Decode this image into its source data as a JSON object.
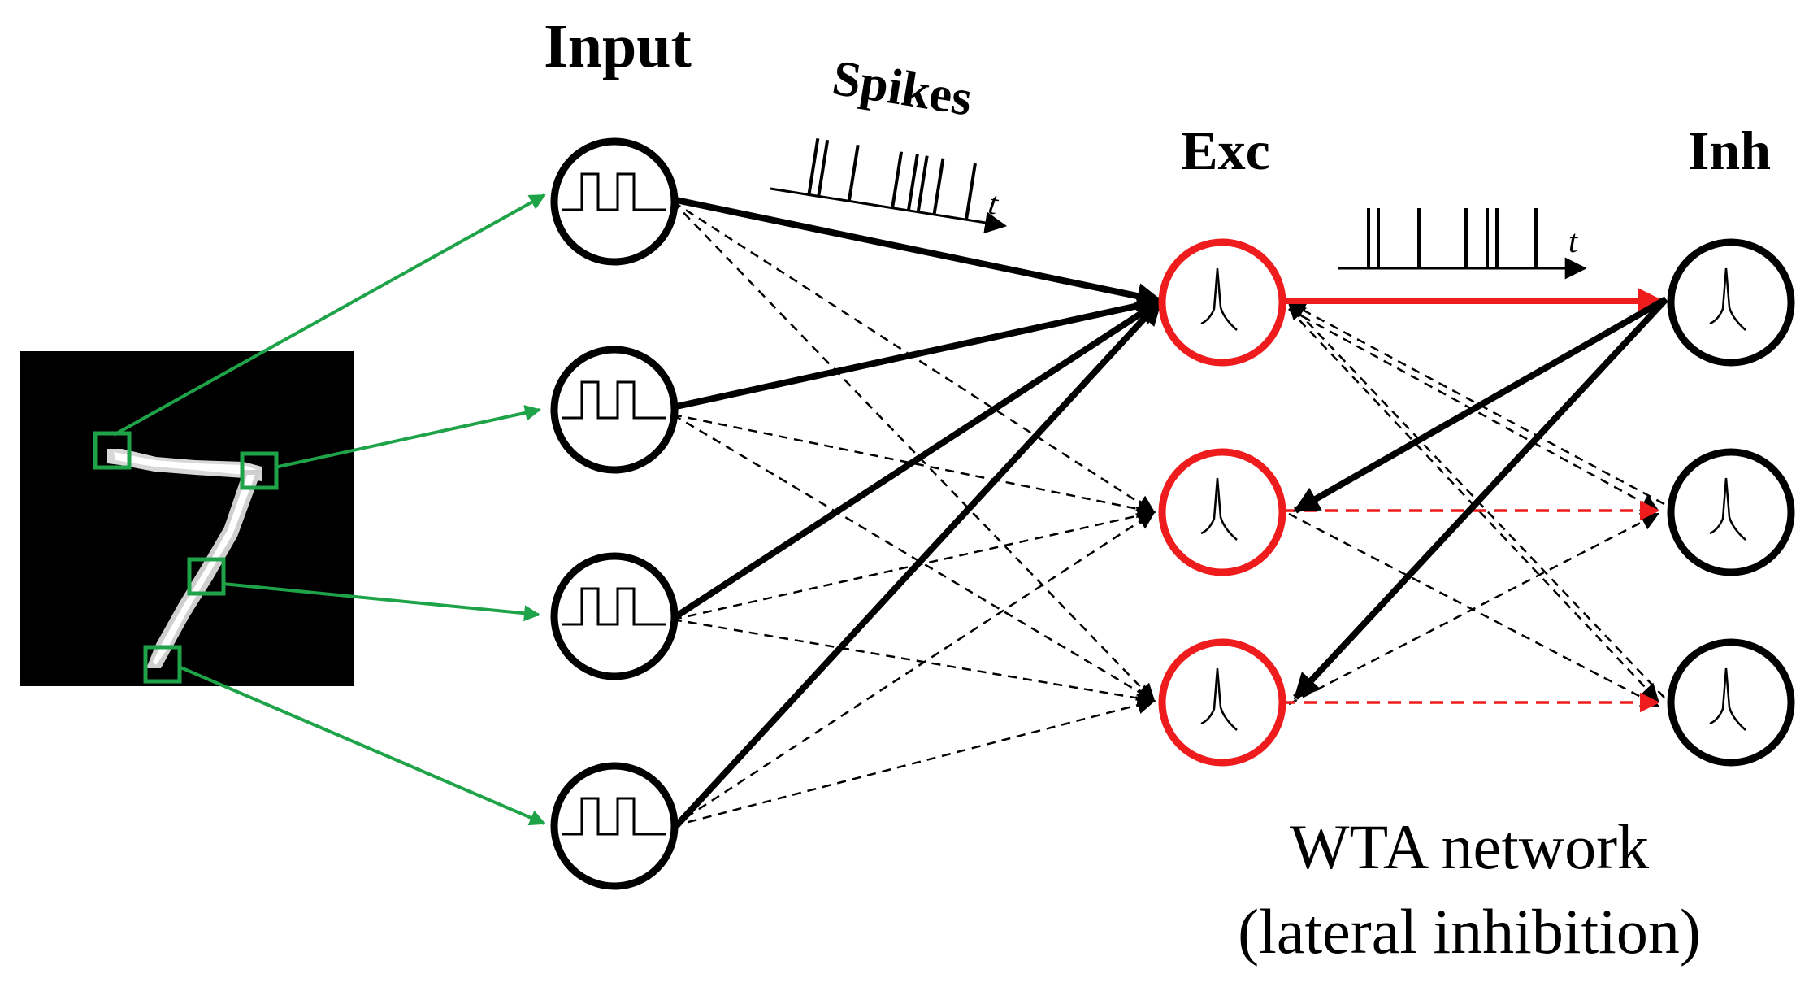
{
  "labels": {
    "input": "Input",
    "spikes": "Spikes",
    "exc": "Exc",
    "inh": "Inh",
    "time_symbol": "t",
    "wta_line1": "WTA network",
    "wta_line2": "(lateral inhibition)"
  },
  "colors": {
    "green": "#1fa348",
    "red": "#ee1c1c",
    "black": "#000000"
  },
  "layers": {
    "input_count": 4,
    "exc_count": 3,
    "inh_count": 3
  }
}
